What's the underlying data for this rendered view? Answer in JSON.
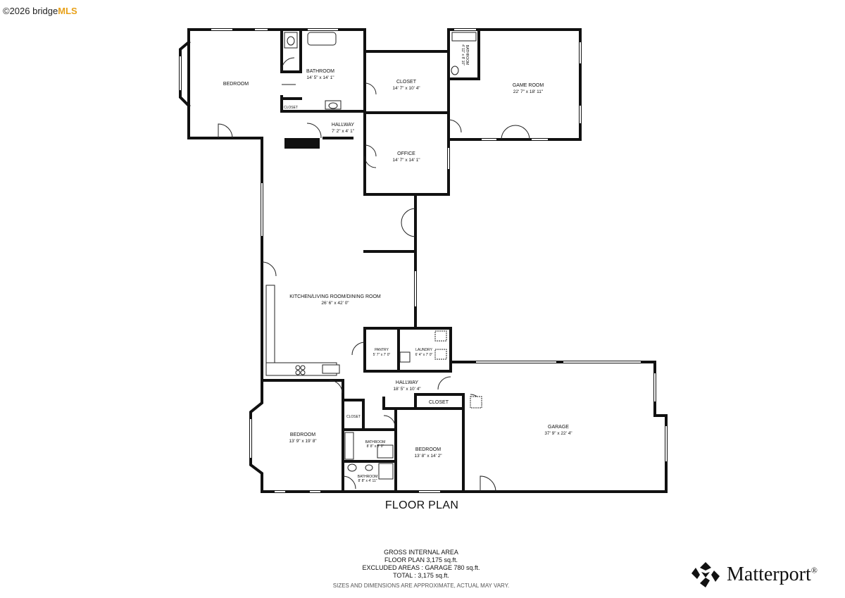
{
  "watermark": {
    "copyright": "©2026 bridge",
    "mls": "MLS"
  },
  "plan_title": "FLOOR PLAN",
  "rooms": {
    "bedroom1": {
      "name": "BEDROOM"
    },
    "bathroom1": {
      "name": "BATHROOM",
      "dims": "14' 5\" x 14' 1\""
    },
    "closet_small": {
      "name": "CLOSET"
    },
    "closet1": {
      "name": "CLOSET",
      "dims": "14' 7\" x 10' 4\""
    },
    "bathroom2": {
      "name": "BATHROOM",
      "dims": "4' 11\" x 8' 10\""
    },
    "game_room": {
      "name": "GAME ROOM",
      "dims": "22' 7\" x 18' 11\""
    },
    "hallway1": {
      "name": "HALLWAY",
      "dims": "7' 2\" x 4' 1\""
    },
    "office": {
      "name": "OFFICE",
      "dims": "14' 7\" x 14' 1\""
    },
    "kitchen": {
      "name": "KITCHEN/LIVING ROOM/DINING ROOM",
      "dims": "26' 6\" x 42' 0\""
    },
    "pantry": {
      "name": "PANTRY",
      "dims": "5' 7\" x 7' 0\""
    },
    "laundry": {
      "name": "LAUNDRY",
      "dims": "6' 4\" x 7' 0\""
    },
    "hallway2": {
      "name": "HALLWAY",
      "dims": "18' 5\" x 10' 4\""
    },
    "closet2": {
      "name": "CLOSET"
    },
    "closet3": {
      "name": "CLOSET"
    },
    "bedroom2": {
      "name": "BEDROOM",
      "dims": "13' 9\" x 19' 8\""
    },
    "bathroom3": {
      "name": "BATHROOM",
      "dims": "8' 8\" x 5' 0\""
    },
    "bathroom4": {
      "name": "BATHROOM",
      "dims": "8' 8\" x 4' 11\""
    },
    "bedroom3": {
      "name": "BEDROOM",
      "dims": "13' 8\" x 14' 2\""
    },
    "garage": {
      "name": "GARAGE",
      "dims": "37' 9\" x 22' 4\""
    }
  },
  "footer": {
    "line1": "GROSS INTERNAL AREA",
    "line2": "FLOOR PLAN 3,175 sq.ft.",
    "line3": "EXCLUDED AREAS :  GARAGE 780 sq.ft.",
    "line4": "TOTAL :  3,175 sq.ft.",
    "disclaimer": "SIZES AND DIMENSIONS ARE APPROXIMATE, ACTUAL MAY VARY."
  },
  "brand": {
    "name": "Matterport",
    "registered": "®"
  }
}
